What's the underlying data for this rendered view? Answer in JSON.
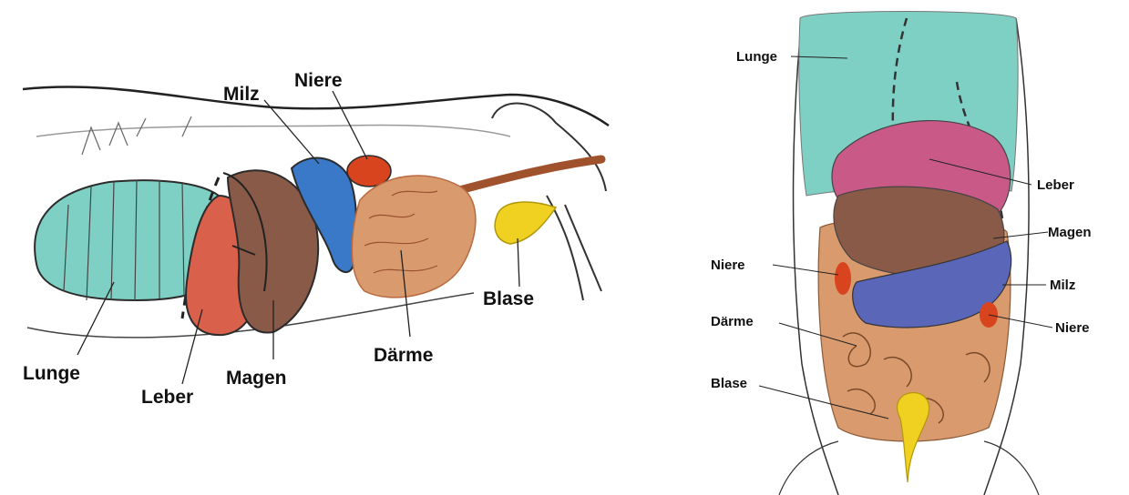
{
  "left_diagram": {
    "labels": {
      "lunge": "Lunge",
      "leber": "Leber",
      "magen": "Magen",
      "milz": "Milz",
      "niere": "Niere",
      "daerme": "Därme",
      "blase": "Blase"
    }
  },
  "right_diagram": {
    "labels": {
      "lunge": "Lunge",
      "leber": "Leber",
      "magen": "Magen",
      "niere_left": "Niere",
      "milz": "Milz",
      "daerme": "Därme",
      "niere_right": "Niere",
      "blase": "Blase"
    }
  },
  "colors": {
    "lung": "#7fd0c4",
    "liver": "#d9604a",
    "stomach": "#8a5a48",
    "spleen": "#3a78c8",
    "kidney": "#d8441e",
    "intestine": "#d99a6e",
    "bladder": "#f0d020",
    "liver_top_view": "#c95a88",
    "spleen_top_view": "#5a66b8"
  }
}
